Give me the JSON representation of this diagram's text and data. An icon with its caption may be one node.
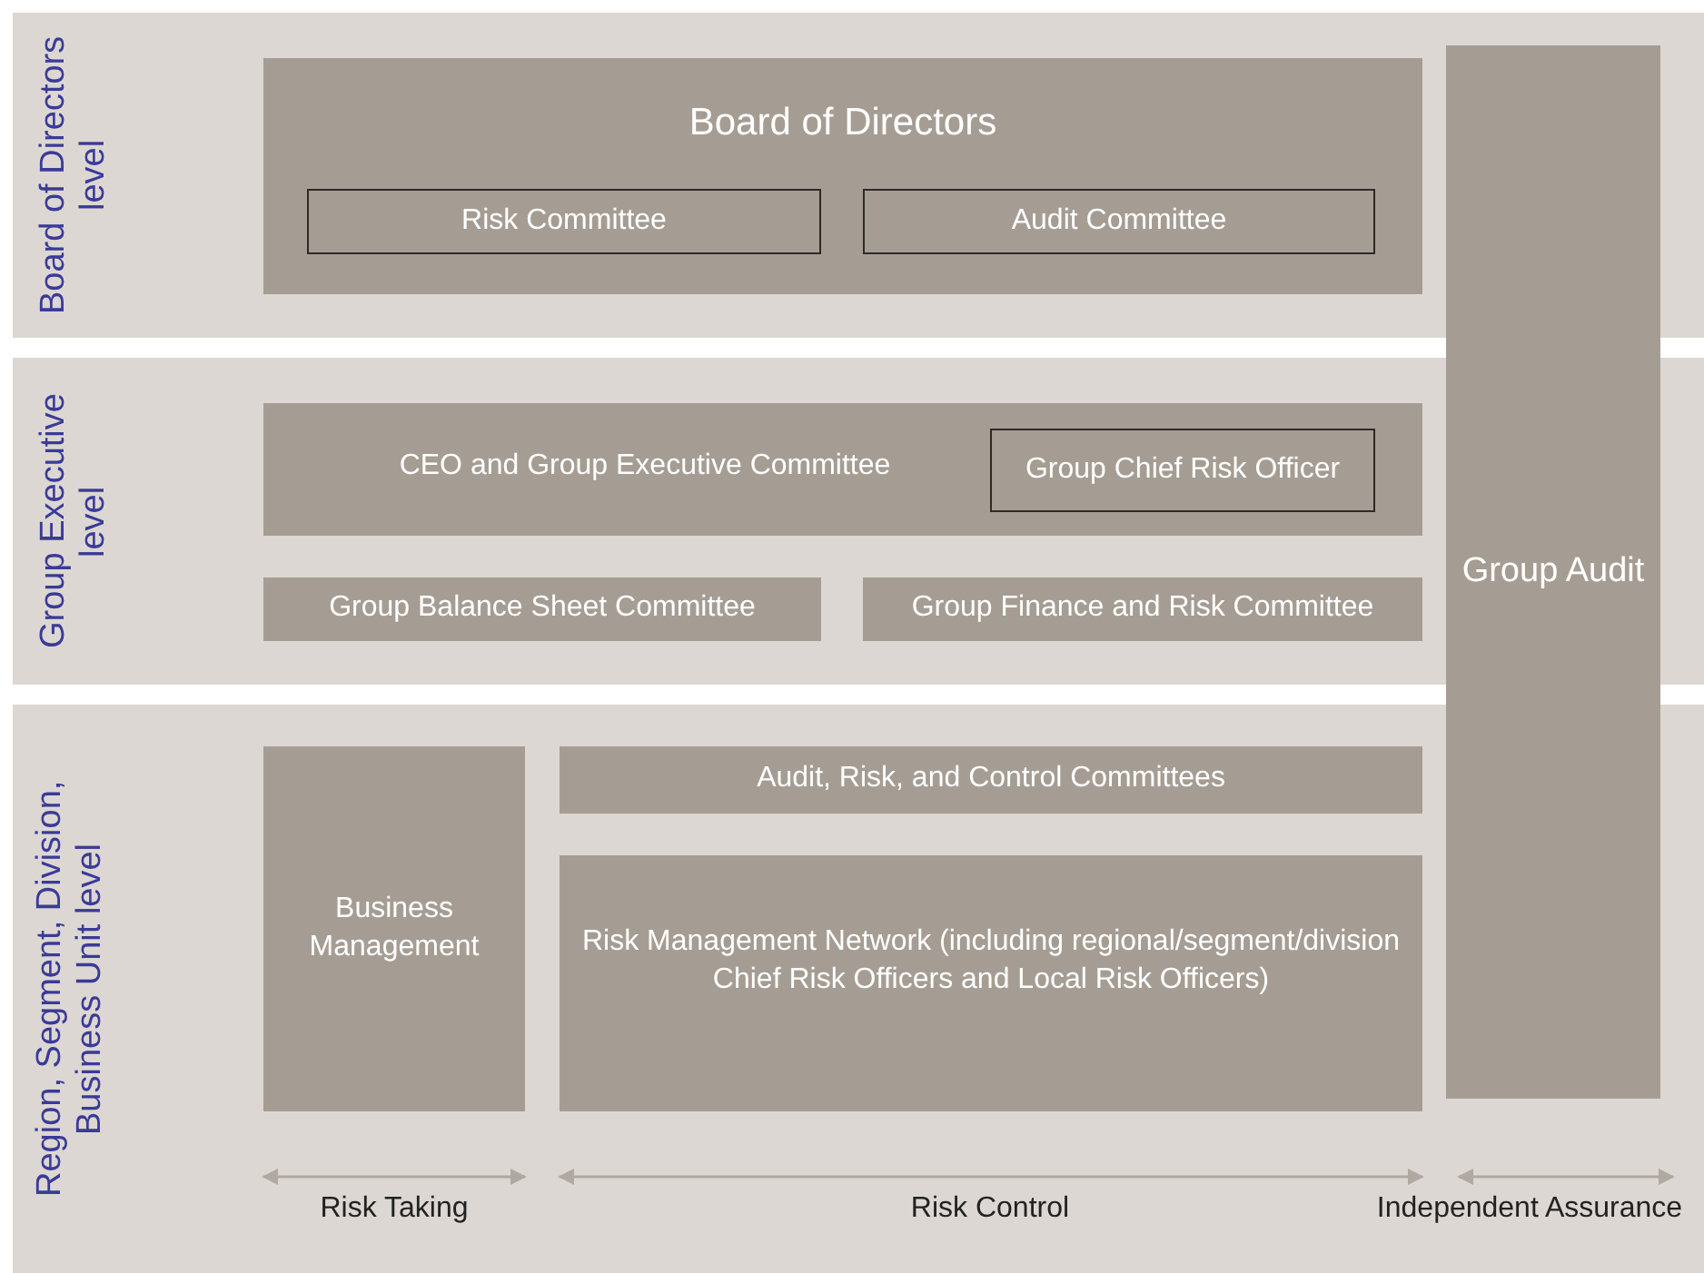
{
  "diagram": {
    "nodes": [
      {
        "text": [
          "Board of Directors level"
        ]
      },
      {
        "text": [
          "Group Executive level"
        ]
      },
      {
        "text": [
          "Region, Segment, Division, Business Unit level"
        ]
      },
      {
        "text": [
          "Board of Directors"
        ],
        "in": 0
      },
      {
        "text": [
          "Risk Committee"
        ],
        "in": 3
      },
      {
        "text": [
          "Audit Committee"
        ],
        "in": 3
      },
      {
        "text": [
          "CEO and Group Executive Committee"
        ],
        "in": 1
      },
      {
        "text": [
          "Group Chief Risk Officer"
        ],
        "in": 6
      },
      {
        "text": [
          "Group Balance Sheet Committee"
        ],
        "in": 1
      },
      {
        "text": [
          "Group Finance and Risk Committee"
        ],
        "in": 1
      },
      {
        "text": [
          "Group Audit"
        ]
      },
      {
        "text": [
          "Business Management"
        ],
        "in": 2
      },
      {
        "text": [
          "Audit, Risk, and Control Committees"
        ],
        "in": 2
      },
      {
        "text": [
          "Risk Management Network (including regional/segment/division Chief Risk Officers and Local Risk Officers)"
        ],
        "in": 2
      }
    ],
    "labels": [
      "Risk Taking",
      "Risk Control",
      "Independent Assurance"
    ]
  }
}
